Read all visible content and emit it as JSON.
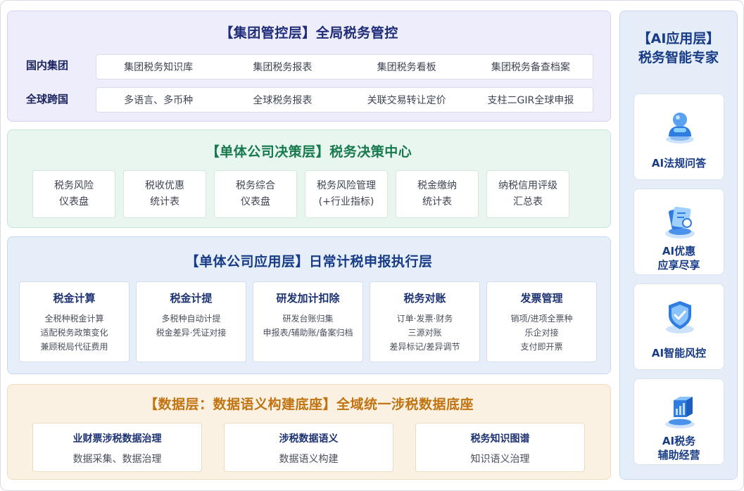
{
  "group_layer": {
    "title": "【集团管控层】全局税务管控",
    "rows": [
      {
        "label": "国内集团",
        "items": [
          "集团税务知识库",
          "集团税务报表",
          "集团税务看板",
          "集团税务备查档案"
        ]
      },
      {
        "label": "全球跨国",
        "items": [
          "多语言、多币种",
          "全球税务报表",
          "关联交易转让定价",
          "支柱二GIR全球申报"
        ]
      }
    ]
  },
  "decision_layer": {
    "title": "【单体公司决策层】税务决策中心",
    "cards": [
      {
        "line1": "税务风险",
        "line2": "仪表盘"
      },
      {
        "line1": "税收优惠",
        "line2": "统计表"
      },
      {
        "line1": "税务综合",
        "line2": "仪表盘"
      },
      {
        "line1": "税务风险管理",
        "line2": "(+行业指标)"
      },
      {
        "line1": "税金缴纳",
        "line2": "统计表"
      },
      {
        "line1": "纳税信用评级",
        "line2": "汇总表"
      }
    ]
  },
  "application_layer": {
    "title": "【单体公司应用层】日常计税申报执行层",
    "cards": [
      {
        "title": "税金计算",
        "lines": [
          "全税种税金计算",
          "适配税务政策变化",
          "兼顾税局代征费用"
        ]
      },
      {
        "title": "税金计提",
        "lines": [
          "多税种自动计提",
          "税金差异·凭证对接"
        ]
      },
      {
        "title": "研发加计扣除",
        "lines": [
          "研发台账归集",
          "申报表/辅助账/备案归档"
        ]
      },
      {
        "title": "税务对账",
        "lines": [
          "订单·发票·财务",
          "三源对账",
          "差异标记/差异调节"
        ]
      },
      {
        "title": "发票管理",
        "lines": [
          "销项/进项全票种",
          "乐企对接",
          "支付即开票"
        ]
      }
    ]
  },
  "data_layer": {
    "title": "【数据层：数据语义构建底座】全域统一涉税数据底座",
    "cards": [
      {
        "title": "业财票涉税数据治理",
        "desc": "数据采集、数据治理"
      },
      {
        "title": "涉税数据语义",
        "desc": "数据语义构建"
      },
      {
        "title": "税务知识图谱",
        "desc": "知识语义治理"
      }
    ]
  },
  "ai_layer": {
    "title_line1": "【AI应用层】",
    "title_line2": "税务智能专家",
    "cards": [
      {
        "icon": "person-bot-icon",
        "line1": "AI法规问答",
        "line2": ""
      },
      {
        "icon": "discount-document-icon",
        "line1": "AI优惠",
        "line2": "应享尽享"
      },
      {
        "icon": "shield-check-icon",
        "line1": "AI智能风控",
        "line2": ""
      },
      {
        "icon": "cube-chart-icon",
        "line1": "AI税务",
        "line2": "辅助经营"
      }
    ]
  },
  "colors": {
    "group_title": "#1f2c7a",
    "decision_title": "#167a4c",
    "application_title": "#173b87",
    "data_title": "#c17310",
    "ai_accent": "#2f7de1"
  }
}
